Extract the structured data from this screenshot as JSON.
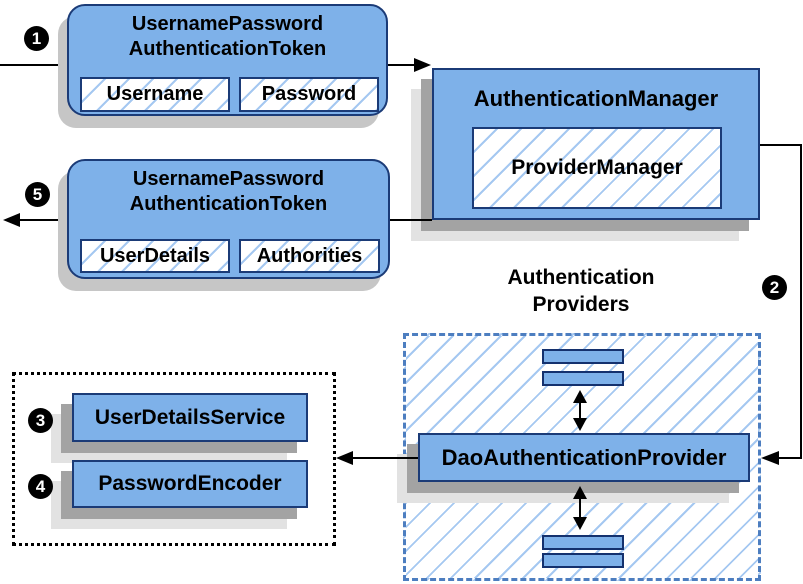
{
  "diagram": {
    "step_badges": [
      "1",
      "2",
      "3",
      "4",
      "5"
    ],
    "token_request": {
      "title": [
        "UsernamePassword",
        "AuthenticationToken"
      ],
      "fields": [
        "Username",
        "Password"
      ]
    },
    "authentication_manager": {
      "title": "AuthenticationManager",
      "provider_manager": "ProviderManager"
    },
    "token_result": {
      "title": [
        "UsernamePassword",
        "AuthenticationToken"
      ],
      "fields": [
        "UserDetails",
        "Authorities"
      ]
    },
    "authentication_providers_label": [
      "Authentication",
      "Providers"
    ],
    "dao_authentication_provider": "DaoAuthenticationProvider",
    "user_details_service": "UserDetailsService",
    "password_encoder": "PasswordEncoder",
    "colors": {
      "node_fill": "#7eb1e9",
      "node_border": "#1b3b77",
      "hatch_line": "#a5c8f1",
      "dashed_border": "#4d7ec0",
      "dotted_border": "#000000",
      "shadow_dark": "#a3a3a3",
      "shadow_light": "#e2e2e2",
      "badge_background": "#000000",
      "badge_text": "#ffffff",
      "connector": "#000000"
    }
  }
}
